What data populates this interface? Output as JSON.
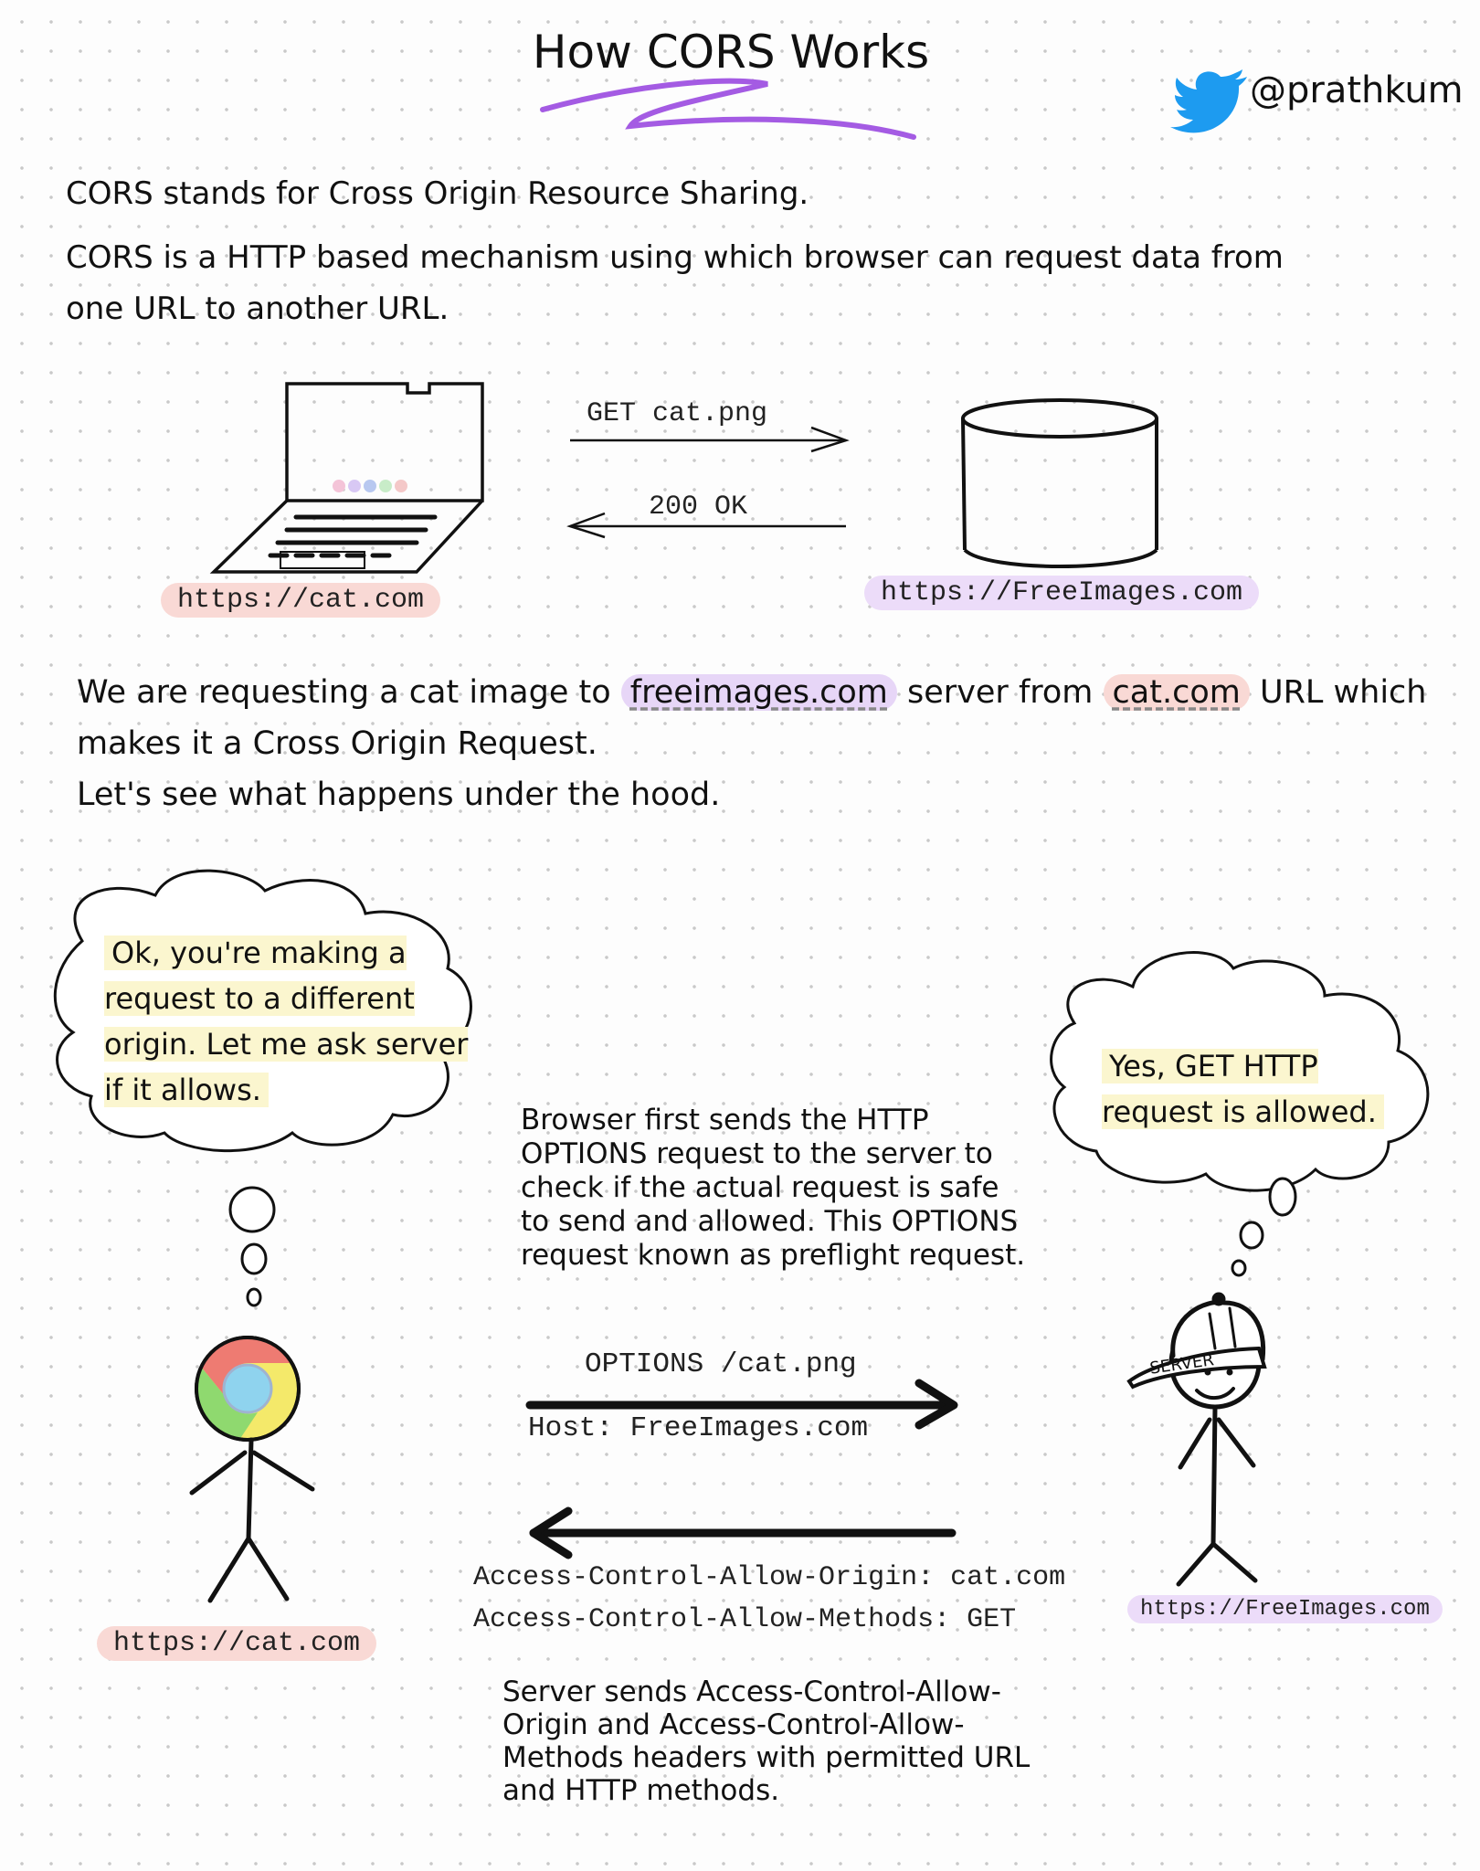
{
  "title": "How CORS Works",
  "handle": "@prathkum",
  "intro": {
    "line1": "CORS stands for Cross Origin Resource Sharing.",
    "line2": "CORS is a HTTP based mechanism using which browser can request data from one URL to another URL."
  },
  "top_diagram": {
    "client_label": "https://cat.com",
    "server_label": "https://FreeImages.com",
    "request": "GET cat.png",
    "response": "200 OK"
  },
  "explanation": {
    "part1": "We are requesting a cat image to ",
    "highlight_server": "freeimages.com",
    "part2": " server from ",
    "highlight_client": "cat.com",
    "part3": " URL which makes it a Cross Origin Request.",
    "line3": "Let's see what happens under the hood."
  },
  "browser_thought": "Ok, you're making a request to a different origin. Let me ask server if it allows.",
  "server_thought": "Yes, GET HTTP request is allowed.",
  "preflight_note": "Browser first sends the HTTP OPTIONS request to the server to check if the actual request is safe to send and allowed. This OPTIONS request known as preflight request.",
  "options_request": {
    "line": "OPTIONS /cat.png",
    "host": "Host: FreeImages.com"
  },
  "response_headers": {
    "allow_origin": "Access-Control-Allow-Origin: cat.com",
    "allow_methods": "Access-Control-Allow-Methods: GET"
  },
  "bottom_labels": {
    "client": "https://cat.com",
    "server": "https://FreeImages.com",
    "cap_text": "SERVER"
  },
  "response_note": "Server sends Access-Control-Allow-Origin and Access-Control-Allow-Methods headers with permitted URL and HTTP methods.",
  "colors": {
    "title_underline": "#a45be3",
    "twitter_blue": "#1d9bf0",
    "pill_red": "#f9d9d5",
    "pill_purple": "#ecdcf9",
    "text_highlight": "#fbf6cf"
  }
}
